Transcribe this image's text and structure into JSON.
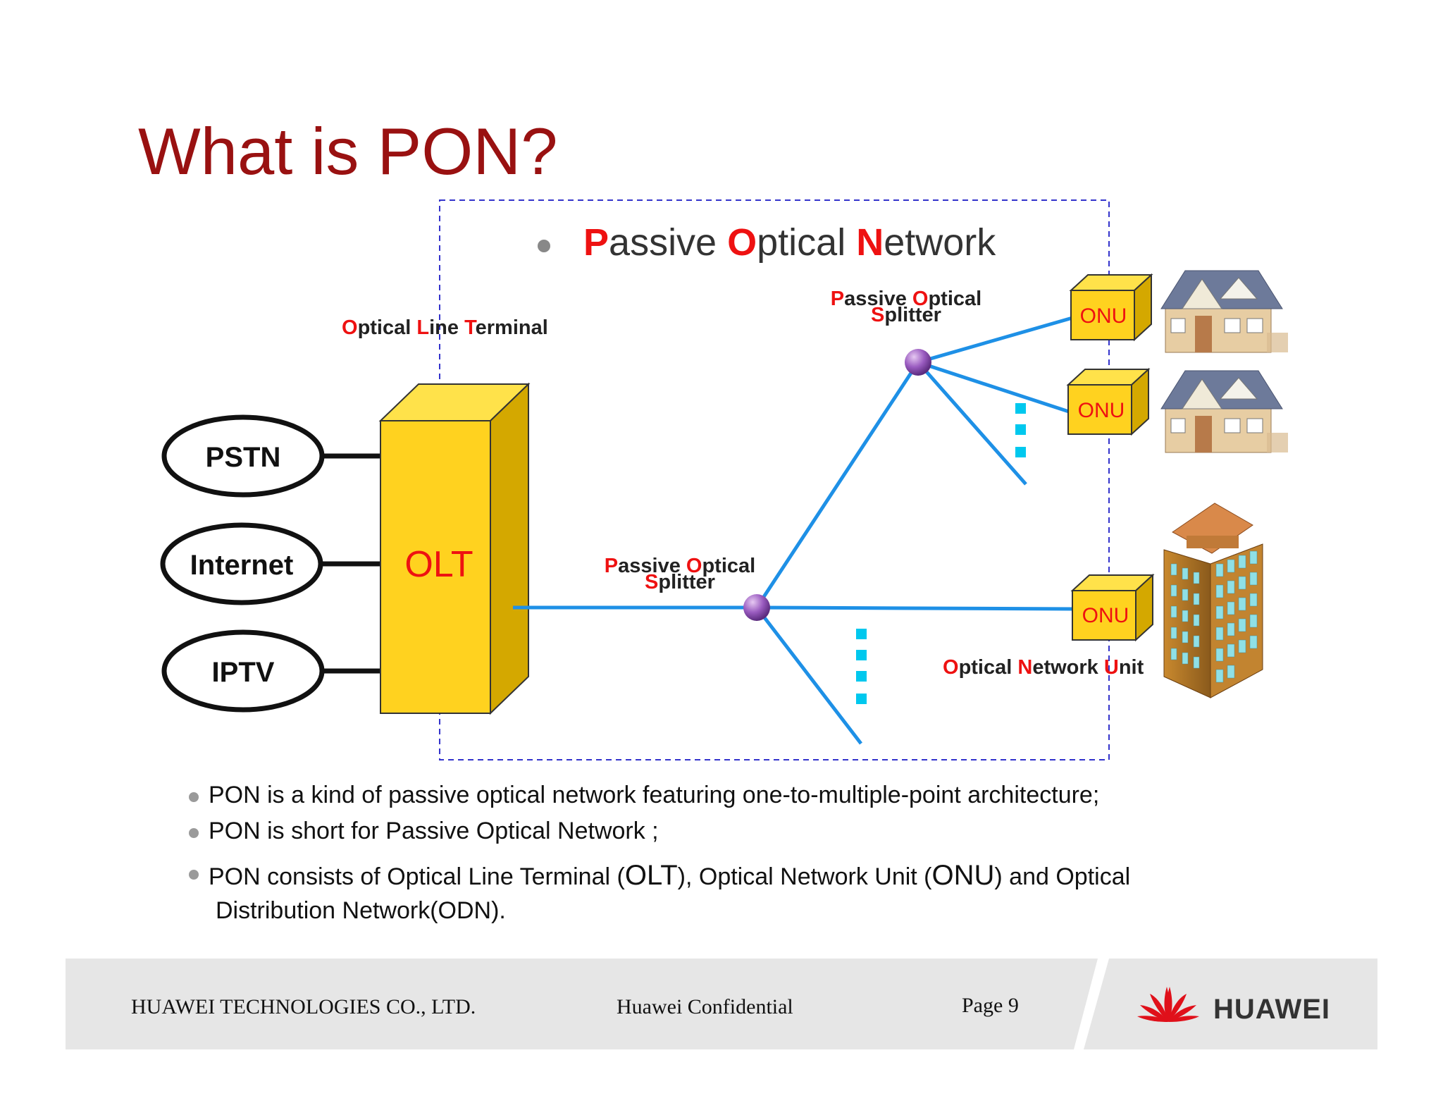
{
  "title": "What is PON?",
  "diagram": {
    "heading": {
      "parts": [
        {
          "text": "P",
          "accent": true
        },
        {
          "text": "assive ",
          "accent": false
        },
        {
          "text": "O",
          "accent": true
        },
        {
          "text": "ptical ",
          "accent": false
        },
        {
          "text": "N",
          "accent": true
        },
        {
          "text": "etwork",
          "accent": false
        }
      ]
    },
    "olt_label": {
      "parts": [
        {
          "text": "O",
          "accent": true
        },
        {
          "text": "ptical ",
          "accent": false
        },
        {
          "text": "L",
          "accent": true
        },
        {
          "text": "ine ",
          "accent": false
        },
        {
          "text": "T",
          "accent": true
        },
        {
          "text": "erminal",
          "accent": false
        }
      ]
    },
    "onu_label": {
      "parts": [
        {
          "text": "O",
          "accent": true
        },
        {
          "text": "ptical ",
          "accent": false
        },
        {
          "text": "N",
          "accent": true
        },
        {
          "text": "etwork ",
          "accent": false
        },
        {
          "text": "U",
          "accent": true
        },
        {
          "text": "nit",
          "accent": false
        }
      ]
    },
    "splitter_label_line1": {
      "parts": [
        {
          "text": "P",
          "accent": true
        },
        {
          "text": "assive ",
          "accent": false
        },
        {
          "text": "O",
          "accent": true
        },
        {
          "text": "ptical",
          "accent": false
        }
      ]
    },
    "splitter_label_line2": {
      "parts": [
        {
          "text": "S",
          "accent": true
        },
        {
          "text": "plitter",
          "accent": false
        }
      ]
    },
    "services": [
      "PSTN",
      "Internet",
      "IPTV"
    ],
    "olt_box_label": "OLT",
    "onu_box_labels": [
      "ONU",
      "ONU",
      "ONU"
    ]
  },
  "bullets": {
    "b1": "PON is a kind of passive optical network featuring one-to-multiple-point architecture;",
    "b2": "PON is short for Passive Optical Network ;",
    "b3_a": "PON consists of Optical Line Terminal (",
    "b3_olt": "OLT",
    "b3_b": "), Optical Network Unit (",
    "b3_onu": "ONU",
    "b3_c": ") and Optical",
    "b3_d": "Distribution Network(ODN)."
  },
  "footer": {
    "company": "HUAWEI TECHNOLOGIES CO., LTD.",
    "confidential": "Huawei Confidential",
    "page": "Page 9",
    "brand": "HUAWEI"
  },
  "colors": {
    "title": "#991111",
    "accent": "#ee1111",
    "fiber": "#1e90e6",
    "olt": "#ffd21f",
    "onu": "#ffd21f",
    "dashed_frame": "#3333cc",
    "footer_bg": "#e6e6e6",
    "logo": "#e0101a"
  }
}
